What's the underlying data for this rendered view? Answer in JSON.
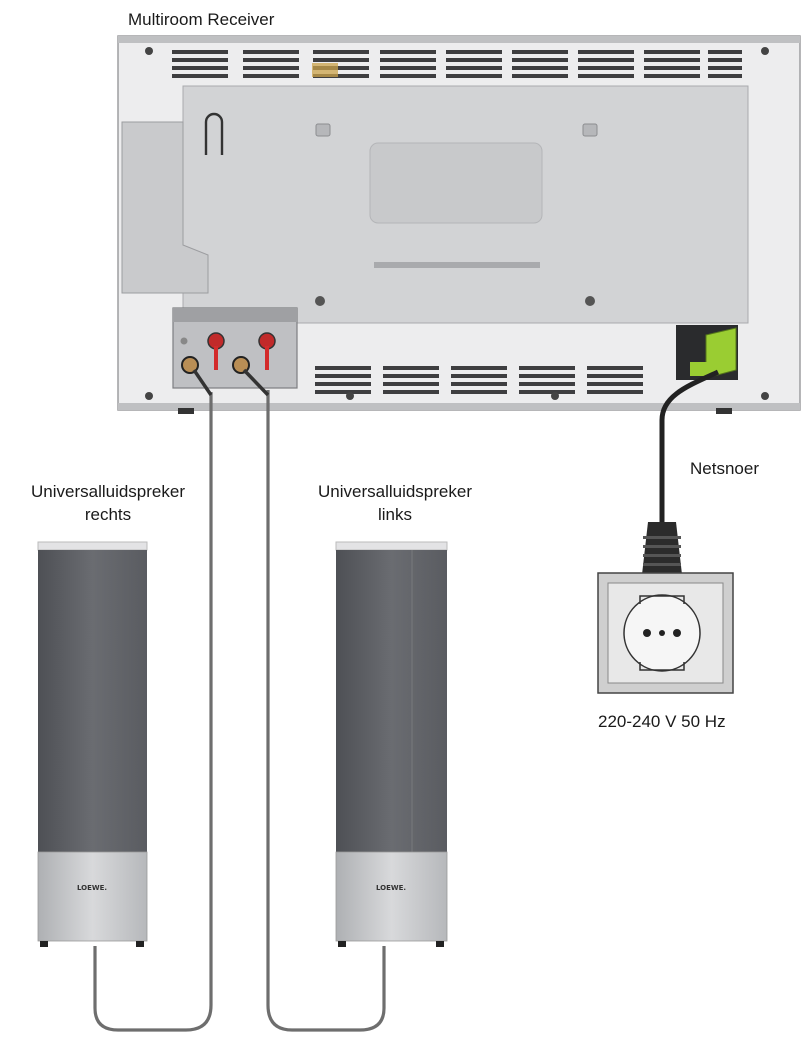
{
  "labels": {
    "receiver": "Multiroom Receiver",
    "speaker_right_line1": "Universalluidspreker",
    "speaker_right_line2": "rechts",
    "speaker_left_line1": "Universalluidspreker",
    "speaker_left_line2": "links",
    "power_cord": "Netsnoer",
    "voltage": "220-240 V 50 Hz",
    "speaker_brand": "LOEWE."
  },
  "colors": {
    "receiver_body": "#d5d6d8",
    "receiver_frame": "#eeeeef",
    "speaker_body": "#5e6065",
    "speaker_base": "#c4c5c8",
    "plug_accent": "#9acd32",
    "terminal_red": "#d32a2a",
    "cable": "#6e6e6e",
    "outlet": "#e2e2e2"
  }
}
